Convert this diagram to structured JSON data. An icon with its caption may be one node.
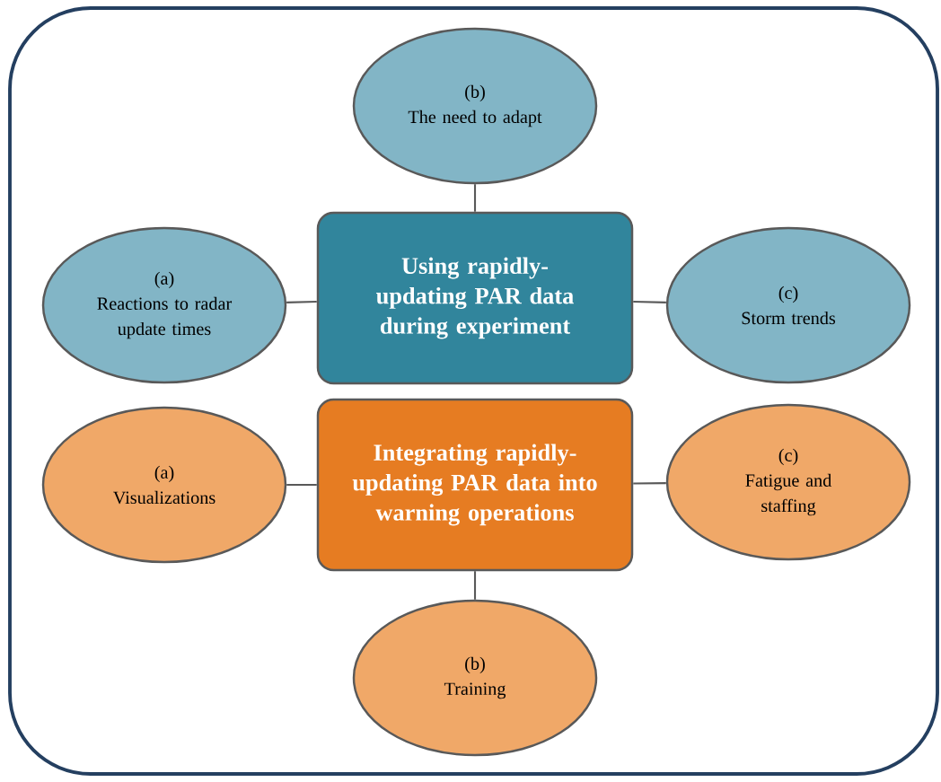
{
  "diagram": {
    "nodes": [
      {
        "text": [
          "(b)",
          "The need to adapt"
        ]
      },
      {
        "text": [
          "(a)",
          "Reactions to radar update times"
        ]
      },
      {
        "text": [
          "Using rapidly-updating PAR data during experiment"
        ]
      },
      {
        "text": [
          "(c)",
          "Storm trends"
        ]
      },
      {
        "text": [
          "(a)",
          "Visualizations"
        ]
      },
      {
        "text": [
          "Integrating rapidly-updating PAR data into warning operations"
        ]
      },
      {
        "text": [
          "(c)",
          "Fatigue and staffing"
        ]
      },
      {
        "text": [
          "(b)",
          "Training"
        ]
      }
    ],
    "edges": [
      {
        "from": 2,
        "to": 0,
        "arrow": "none"
      },
      {
        "from": 2,
        "to": 1,
        "arrow": "none"
      },
      {
        "from": 2,
        "to": 3,
        "arrow": "none"
      },
      {
        "from": 5,
        "to": 4,
        "arrow": "none"
      },
      {
        "from": 5,
        "to": 6,
        "arrow": "none"
      },
      {
        "from": 5,
        "to": 7,
        "arrow": "none"
      }
    ]
  }
}
